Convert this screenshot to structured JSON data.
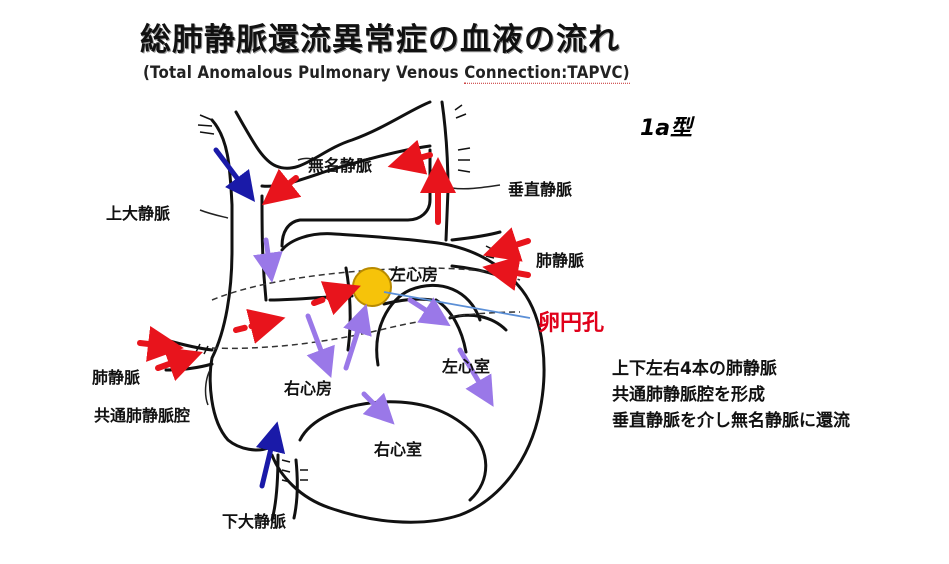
{
  "title": "総肺静脈還流異常症の血液の流れ",
  "subtitle_main": "(Total Anomalous Pulmonary Venous ",
  "subtitle_underlined": "Connection:TAPVC)",
  "type_label": "1a型",
  "labels": {
    "innominate_vein": "無名静脈",
    "vertical_vein": "垂直静脈",
    "superior_vena_cava": "上大静脈",
    "pulmonary_vein_right": "肺静脈",
    "left_atrium": "左心房",
    "foramen_ovale": "卵円孔",
    "pulmonary_vein_left": "肺静脈",
    "common_pulmonary_venous_cavity": "共通肺静脈腔",
    "right_atrium": "右心房",
    "left_ventricle": "左心室",
    "right_ventricle": "右心室",
    "inferior_vena_cava": "下大静脈"
  },
  "notes": [
    "上下左右4本の肺静脈",
    "共通肺静脈腔を形成",
    "垂直静脈を介し無名静脈に還流"
  ],
  "colors": {
    "oxygenated": "#e8141c",
    "deoxygenated": "#1a1aa8",
    "mixed": "#9a78e8",
    "foramen_ovale_fill": "#f6c30a",
    "pointer_line": "#5b8fd6"
  }
}
